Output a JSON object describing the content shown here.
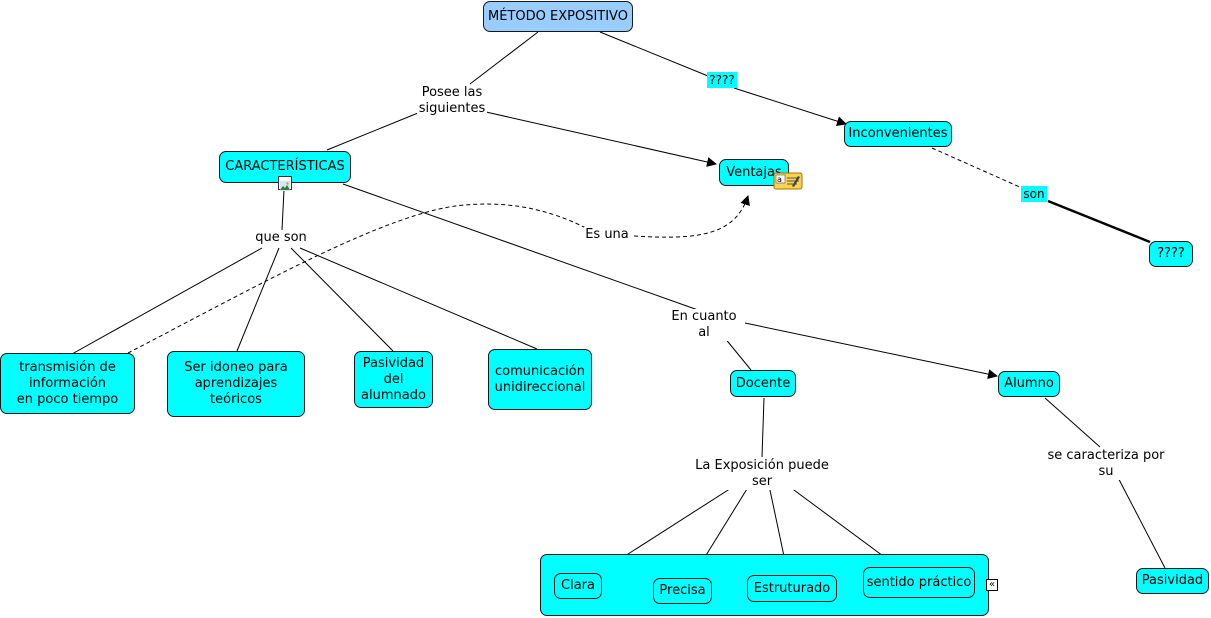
{
  "nodes": {
    "metodo": "MÉTODO EXPOSITIVO",
    "caracteristicas": "CARACTERÍSTICAS",
    "ventajas": "Ventajas",
    "inconvenientes": "Inconvenientes",
    "q_inconvenientes": "????",
    "transmision": "transmisión de\ninformación\nen poco tiempo",
    "idoneo": "Ser idoneo para\naprendizajes\nteóricos",
    "pasividad_alumnado": "Pasividad\ndel\nalumnado",
    "comunicacion": "comunicación\nunidireccional",
    "docente": "Docente",
    "alumno": "Alumno",
    "clara": "Clara",
    "precisa": "Precisa",
    "estructurado": "Estruturado",
    "sentido": "sentido práctico",
    "pasividad": "Pasividad"
  },
  "links": {
    "posee": "Posee las\nsiguientes",
    "q_top": "????",
    "son": "son",
    "que_son": "que son",
    "es_una": "Es una",
    "en_cuanto": "En cuanto al",
    "exposicion": "La Exposición puede ser",
    "caracteriza": "se caracteriza por su"
  },
  "icons": {
    "image_icon": "image-icon",
    "note_icon": "annotation-icon",
    "collapse_icon": "collapse-icon",
    "collapse_glyph": "«"
  },
  "colors": {
    "node_fill": "#00ffff",
    "root_fill": "#99ccff",
    "line": "#000000"
  }
}
